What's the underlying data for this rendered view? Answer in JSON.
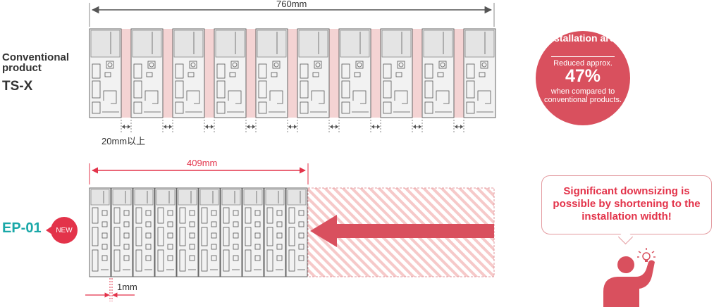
{
  "conventional": {
    "label": "Conventional product",
    "model": "TS-X",
    "total_width": "760mm",
    "gap": "20mm以上",
    "unit_count": 10
  },
  "new_product": {
    "model": "EP-01",
    "badge": "NEW",
    "total_width": "409mm",
    "gap": "1mm",
    "unit_count": 10
  },
  "area_circle": {
    "title": "Installation area",
    "prefix": "Reduced approx.",
    "percent": "47%",
    "suffix": "when compared to conventional products."
  },
  "callout": {
    "text": "Significant downsizing is possible by shortening to the installation width!"
  },
  "colors": {
    "accent_red": "#e3334a",
    "circle_red": "#d9505e",
    "gap_pink": "#f4d3d3",
    "teal": "#1aa8a8"
  }
}
